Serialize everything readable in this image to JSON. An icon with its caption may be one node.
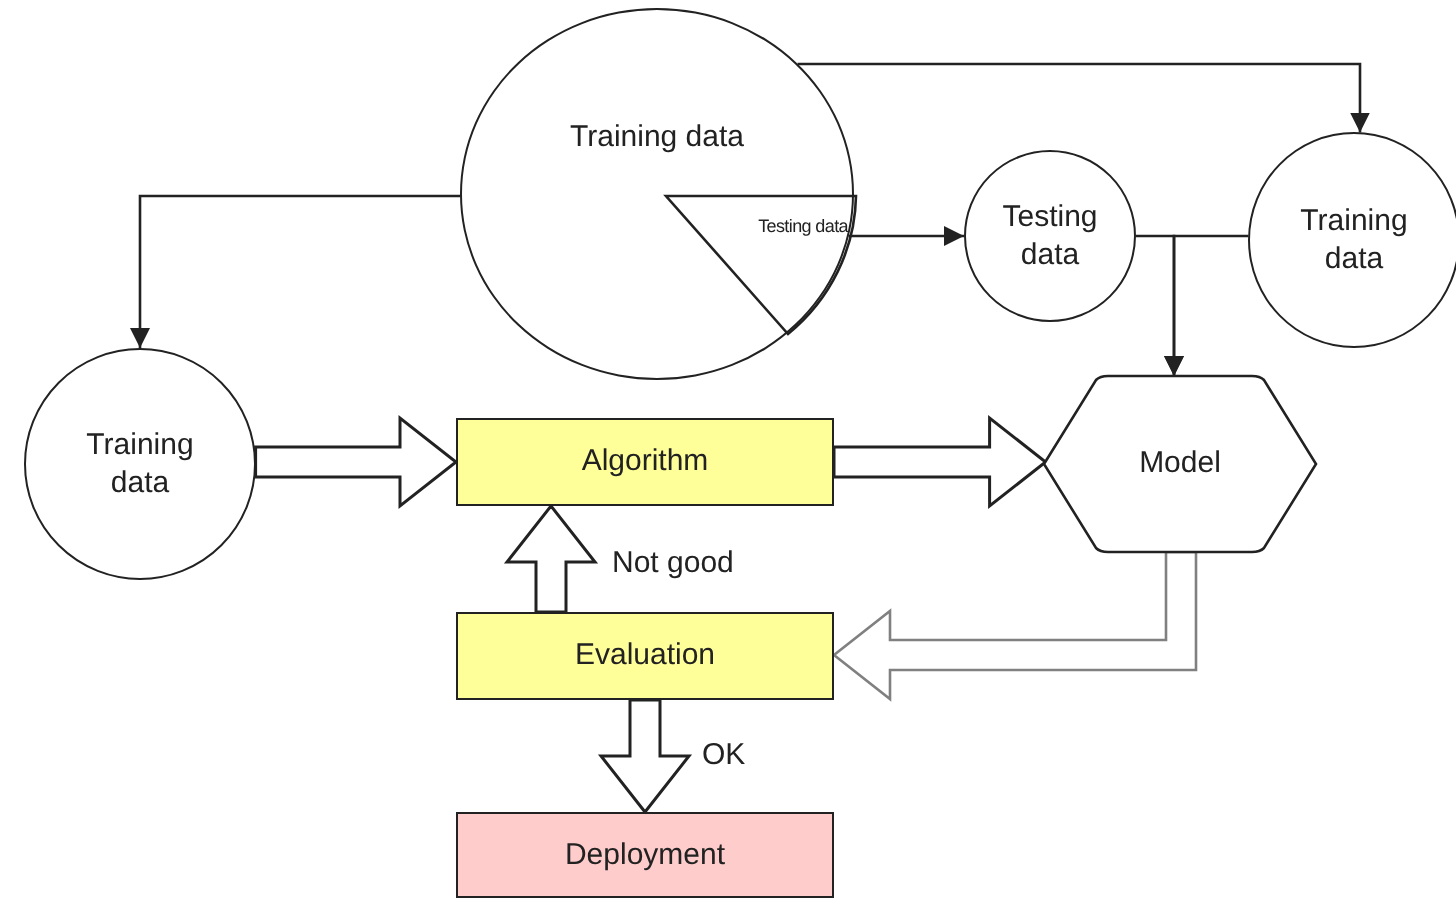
{
  "diagram": {
    "nodes": [
      {
        "text": [
          "Training data"
        ]
      },
      {
        "text": [
          "Testing data"
        ],
        "in": 0
      },
      {
        "text": [
          "Testing data"
        ]
      },
      {
        "text": [
          "Training data"
        ]
      },
      {
        "text": [
          "Training data"
        ]
      },
      {
        "text": [
          "Algorithm"
        ]
      },
      {
        "text": [
          "Model"
        ]
      },
      {
        "text": [
          "Evaluation"
        ]
      },
      {
        "text": [
          "Deployment"
        ]
      }
    ],
    "edges": [
      {
        "from": 1,
        "to": 2,
        "arrow": "to"
      },
      {
        "from": 0,
        "to": 3,
        "arrow": "to"
      },
      {
        "from": 0,
        "to": 4,
        "arrow": "to"
      },
      {
        "from": 2,
        "to": 6,
        "arrow": "to"
      },
      {
        "from": 3,
        "to": 6,
        "arrow": "to"
      },
      {
        "from": 4,
        "to": 5,
        "arrow": "to",
        "style": "thick"
      },
      {
        "from": 5,
        "to": 6,
        "arrow": "to",
        "style": "thick"
      },
      {
        "from": 6,
        "to": 7,
        "arrow": "to",
        "style": "thick",
        "color": "#808080"
      },
      {
        "from": 7,
        "to": 5,
        "arrow": "to",
        "style": "thick",
        "label": "Not good"
      },
      {
        "from": 7,
        "to": 8,
        "arrow": "to",
        "style": "thick",
        "label": "OK"
      }
    ]
  }
}
